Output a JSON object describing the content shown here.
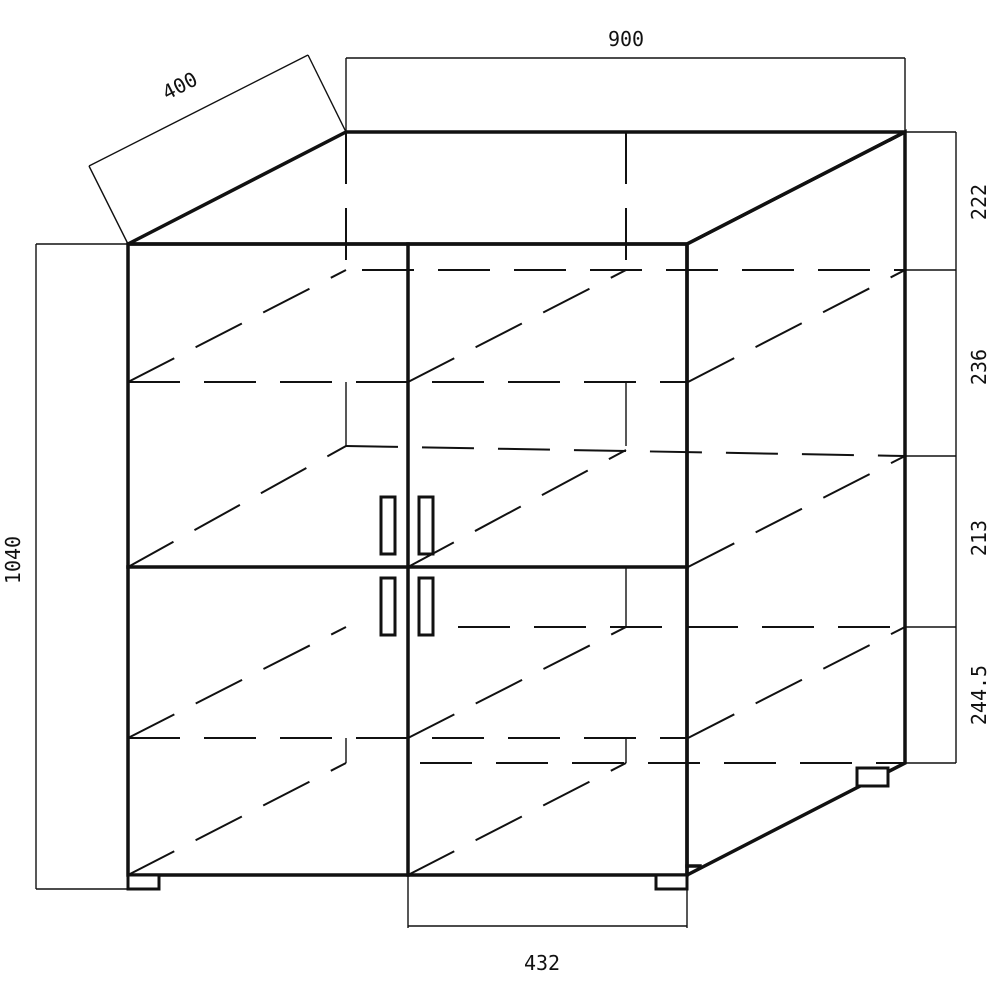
{
  "dimensions": {
    "depth": "400",
    "width": "900",
    "height": "1040",
    "door_width": "432",
    "section_1": "222",
    "section_2": "236",
    "section_3": "213",
    "section_4": "244.5"
  },
  "colors": {
    "line": "#111111",
    "background": "#ffffff"
  }
}
